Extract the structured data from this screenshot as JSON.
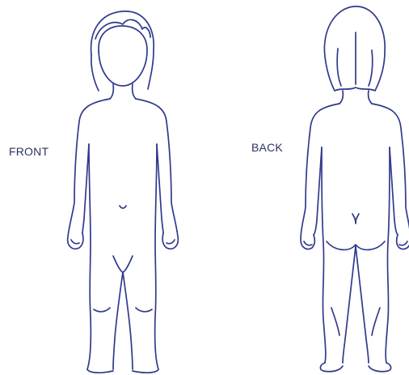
{
  "labels": {
    "front": "FRONT",
    "back": "BACK"
  },
  "colors": {
    "line": "#303a8c",
    "label_text": "#2c3460",
    "cropped_caption_dark": "#3a3f72",
    "cropped_caption_highlight": "#c9c36a",
    "background": "#ffffff"
  },
  "icons": {
    "front_figure": "child-body-outline-front",
    "back_figure": "child-body-outline-back"
  }
}
